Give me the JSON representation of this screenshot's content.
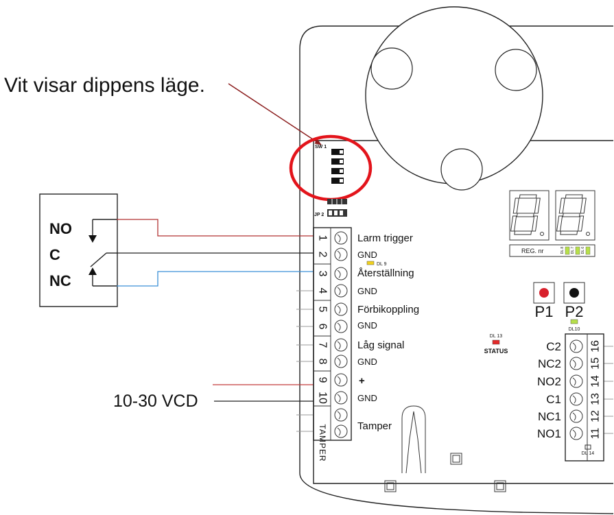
{
  "annotation": "Vit visar dippens läge.",
  "relay": {
    "no": "NO",
    "c": "C",
    "nc": "NC"
  },
  "supply": {
    "label": "10-30 VCD"
  },
  "board": {
    "sw1": "SW 1",
    "jp2": "JP 2",
    "left_terminals": [
      "1",
      "2",
      "3",
      "4",
      "5",
      "6",
      "7",
      "8",
      "9",
      "10"
    ],
    "tamper_terminal": "TAMPER",
    "left_labels": [
      "Larm trigger",
      "GND",
      "Återställning",
      "GND",
      "Förbikoppling",
      "GND",
      "Låg signal",
      "GND",
      "+",
      "GND",
      "Tamper"
    ],
    "dl9": "DL 9",
    "reg_nr": "REG. nr",
    "reg_leds": [
      "DL 8",
      "DL 7",
      "DL 6"
    ],
    "p1": "P1",
    "p2": "P2",
    "dl10": "DL10",
    "dl13": "DL 13",
    "status": "STATUS",
    "right_terminals": [
      "16",
      "15",
      "14",
      "13",
      "12",
      "11"
    ],
    "right_labels": [
      "C2",
      "NC2",
      "NO2",
      "C1",
      "NC1",
      "NO1"
    ],
    "dl14": "DL 14"
  },
  "colors": {
    "highlight_circle": "#e3141b",
    "annotation_arrow": "#8b1d1d",
    "wire_no": "#b23232",
    "wire_c": "#222222",
    "wire_nc": "#3a8fd6",
    "supply_plus": "#c43a3a",
    "supply_gnd": "#222222",
    "led_dl9": "#f2d21c",
    "led_green": "#b7e04a",
    "led_status": "#e32a2a",
    "button_p1": "#d8202c",
    "button_p2": "#111111"
  }
}
